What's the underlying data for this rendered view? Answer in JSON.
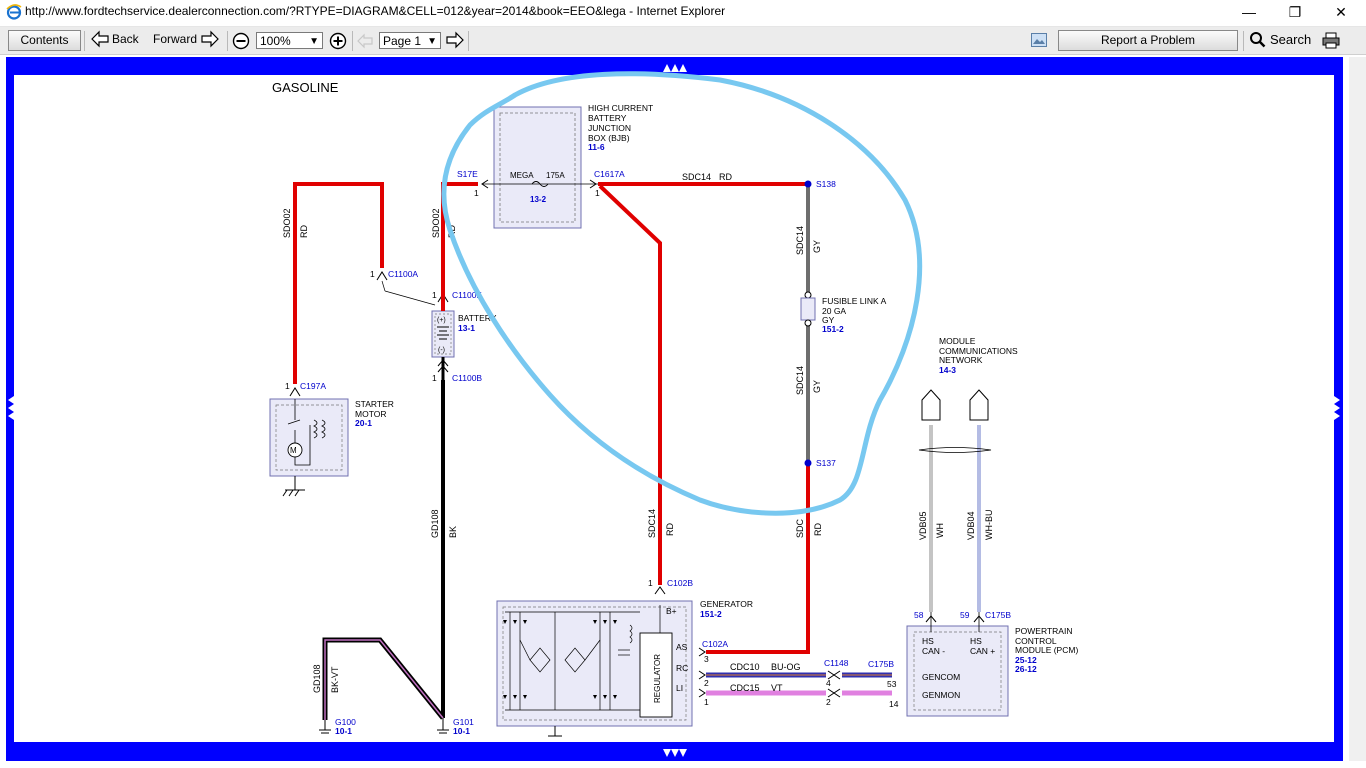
{
  "window": {
    "title": "http://www.fordtechservice.dealerconnection.com/?RTYPE=DIAGRAM&CELL=012&year=2014&book=EEO&lega - Internet Explorer",
    "minimize": "—",
    "restore": "❐",
    "close": "✕"
  },
  "toolbar": {
    "contents": "Contents",
    "back": "Back",
    "forward": "Forward",
    "zoom_value": "100%",
    "page_value": "Page 1",
    "report": "Report a Problem",
    "search": "Search"
  },
  "diagram": {
    "heading": "GASOLINE",
    "bjb": {
      "l1": "HIGH CURRENT",
      "l2": "BATTERY",
      "l3": "JUNCTION",
      "l4": "BOX (BJB)",
      "ref": "11-6",
      "mega": "MEGA",
      "amps": "175A",
      "fuse_ref": "13-2",
      "c_left": "S17E",
      "c_right": "C1617A",
      "pin_left": "1",
      "pin_right": "1"
    },
    "wires": {
      "sdc14_rd_top": "SDC14",
      "rd_top": "RD",
      "sdc14_gy_1": "SDC14",
      "gy_1": "GY",
      "sdc14_gy_2": "SDC14",
      "gy_2": "GY",
      "sdo02_left": "SDO02",
      "rd_left": "RD",
      "sdo02_mid": "SDO02",
      "rd_mid": "RD",
      "gd108_a": "GD108",
      "bk": "BK",
      "sdc14_gen": "SDC14",
      "rd_gen": "RD",
      "sdc_right": "SDC",
      "rd_right": "RD",
      "gd108_b": "GD108",
      "bkvt": "BK-VT",
      "vdb05": "VDB05",
      "wh": "WH",
      "vdb04": "VDB04",
      "whbu": "WH-BU",
      "cdc10": "CDC10",
      "buog": "BU-OG",
      "cdc15": "CDC15",
      "vt": "VT"
    },
    "splices": {
      "s138": "S138",
      "s137": "S137"
    },
    "fusible": {
      "l1": "FUSIBLE LINK A",
      "l2": "20 GA",
      "l3": "GY",
      "ref": "151-2"
    },
    "connectors": {
      "c1100a": "C1100A",
      "c1100a_pin": "1",
      "c1100f": "C1100F",
      "c1100f_pin": "1",
      "c1100b": "C1100B",
      "c1100b_pin": "1",
      "c197a": "C197A",
      "c197a_pin": "1",
      "c102b": "C102B",
      "c102b_pin": "1",
      "c102a": "C102A",
      "c1148": "C1148",
      "c175b_top": "C175B",
      "c175b_bot": "C175B",
      "pin58": "58",
      "pin59": "59",
      "pin3": "3",
      "pin2": "2",
      "pin1": "1",
      "pin4": "4",
      "pin53": "53",
      "pin2b": "2",
      "pin14": "14"
    },
    "battery": {
      "name": "BATTERY",
      "ref": "13-1",
      "plus": "(+)",
      "minus": "(-)"
    },
    "starter": {
      "l1": "STARTER",
      "l2": "MOTOR",
      "ref": "20-1"
    },
    "generator": {
      "name": "GENERATOR",
      "ref": "151-2",
      "bplus": "B+",
      "as": "AS",
      "rc": "RC",
      "li": "LI",
      "regulator": "REGULATOR"
    },
    "mcn": {
      "l1": "MODULE",
      "l2": "COMMUNICATIONS",
      "l3": "NETWORK",
      "ref": "14-3"
    },
    "pcm": {
      "l1": "POWERTRAIN",
      "l2": "CONTROL",
      "l3": "MODULE (PCM)",
      "ref1": "25-12",
      "ref2": "26-12",
      "hs1": "HS",
      "can_minus": "CAN -",
      "hs2": "HS",
      "can_plus": "CAN +",
      "gencom": "GENCOM",
      "genmon": "GENMON"
    },
    "grounds": {
      "g100": "G100",
      "g100_ref": "10-1",
      "g101": "G101",
      "g101_ref": "10-1"
    }
  },
  "colors": {
    "frame": "#0000ff",
    "power_wire": "#e00000",
    "gray_wire": "#6e6e6e",
    "ground_wire": "#000000",
    "annotation": "#78c8f0",
    "ref_blue": "#0000cc",
    "bu_og": "#3030b0",
    "vt": "#e080e0"
  },
  "icons": [
    "ie-logo-icon",
    "back-arrow-icon",
    "forward-arrow-icon",
    "zoom-out-icon",
    "zoom-in-icon",
    "next-page-icon",
    "image-icon",
    "search-icon",
    "print-icon"
  ]
}
